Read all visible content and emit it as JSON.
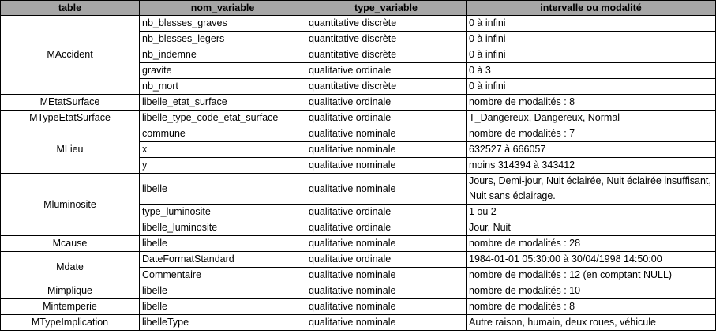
{
  "headers": [
    "table",
    "nom_variable",
    "type_variable",
    "intervalle ou modalité"
  ],
  "groups": [
    {
      "table": "MAccident",
      "rows": [
        {
          "nom": "nb_blesses_graves",
          "type": "quantitative discrète",
          "intervalle": "0 à infini"
        },
        {
          "nom": "nb_blesses_legers",
          "type": "quantitative discrète",
          "intervalle": "0 à infini"
        },
        {
          "nom": "nb_indemne",
          "type": "quantitative discrète",
          "intervalle": "0 à infini"
        },
        {
          "nom": "gravite",
          "type": "qualitative ordinale",
          "intervalle": "0 à 3"
        },
        {
          "nom": "nb_mort",
          "type": "quantitative discrète",
          "intervalle": "0 à infini"
        }
      ]
    },
    {
      "table": "MEtatSurface",
      "rows": [
        {
          "nom": "libelle_etat_surface",
          "type": "qualitative ordinale",
          "intervalle": "nombre de modalités : 8"
        }
      ]
    },
    {
      "table": "MTypeEtatSurface",
      "rows": [
        {
          "nom": "libelle_type_code_etat_surface",
          "type": "qualitative ordinale",
          "intervalle": "T_Dangereux, Dangereux, Normal"
        }
      ]
    },
    {
      "table": "MLieu",
      "rows": [
        {
          "nom": "commune",
          "type": "qualitative nominale",
          "intervalle": "nombre de modalités : 7"
        },
        {
          "nom": "x",
          "type": "qualitative nominale",
          "intervalle": "632527 à 666057"
        },
        {
          "nom": "y",
          "type": "qualitative nominale",
          "intervalle": "moins 314394 à 343412"
        }
      ]
    },
    {
      "table": "Mluminosite",
      "rows": [
        {
          "nom": "libelle",
          "type": "qualitative nominale",
          "intervalle": "Jours, Demi-jour, Nuit éclairée, Nuit éclairée insuffisant, Nuit sans éclairage.",
          "wrap": true
        },
        {
          "nom": "type_luminosite",
          "type": "qualitative ordinale",
          "intervalle": "1 ou 2"
        },
        {
          "nom": "libelle_luminosite",
          "type": "qualitative ordinale",
          "intervalle": "Jour, Nuit"
        }
      ]
    },
    {
      "table": "Mcause",
      "rows": [
        {
          "nom": "libelle",
          "type": "qualitative nominale",
          "intervalle": "nombre de modalités : 28"
        }
      ]
    },
    {
      "table": "Mdate",
      "rows": [
        {
          "nom": "DateFormatStandard",
          "type": "qualitative ordinale",
          "intervalle": "1984-01-01 05:30:00 à 30/04/1998  14:50:00"
        },
        {
          "nom": "Commentaire",
          "type": "qualitative nominale",
          "intervalle": "nombre de modalités : 12 (en comptant NULL)"
        }
      ]
    },
    {
      "table": "Mimplique",
      "rows": [
        {
          "nom": "libelle",
          "type": "qualitative nominale",
          "intervalle": "nombre de modalités : 10"
        }
      ]
    },
    {
      "table": "Mintemperie",
      "rows": [
        {
          "nom": "libelle",
          "type": "qualitative nominale",
          "intervalle": "nombre de modalités : 8"
        }
      ]
    },
    {
      "table": "MTypeImplication",
      "rows": [
        {
          "nom": "libelleType",
          "type": "qualitative nominale",
          "intervalle": "Autre raison, humain, deux roues, véhicule"
        }
      ]
    }
  ]
}
